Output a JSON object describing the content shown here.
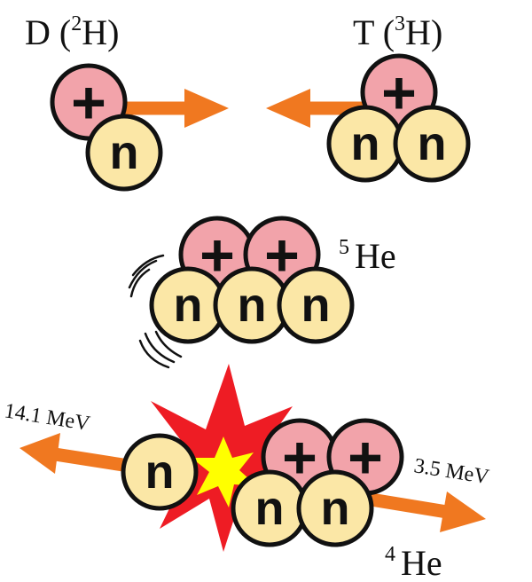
{
  "deuterium": {
    "symbol": "D",
    "open": " (",
    "mass": "2",
    "element": "H",
    "close": ")"
  },
  "tritium": {
    "symbol": "T",
    "open": " (",
    "mass": "3",
    "element": "H",
    "close": ")"
  },
  "helium5": {
    "mass": "5",
    "element": "He"
  },
  "helium4": {
    "mass": "4",
    "element": "He"
  },
  "neutron_energy": "14.1 MeV",
  "alpha_energy": "3.5 MeV",
  "particles": {
    "proton_symbol": "+",
    "neutron_symbol": "n"
  },
  "colors": {
    "proton": "#f2a3aa",
    "neutron": "#fbe7a6",
    "arrow": "#f07820",
    "burst_outer": "#ee1c24",
    "burst_inner": "#ffff00",
    "outline": "#111111"
  }
}
